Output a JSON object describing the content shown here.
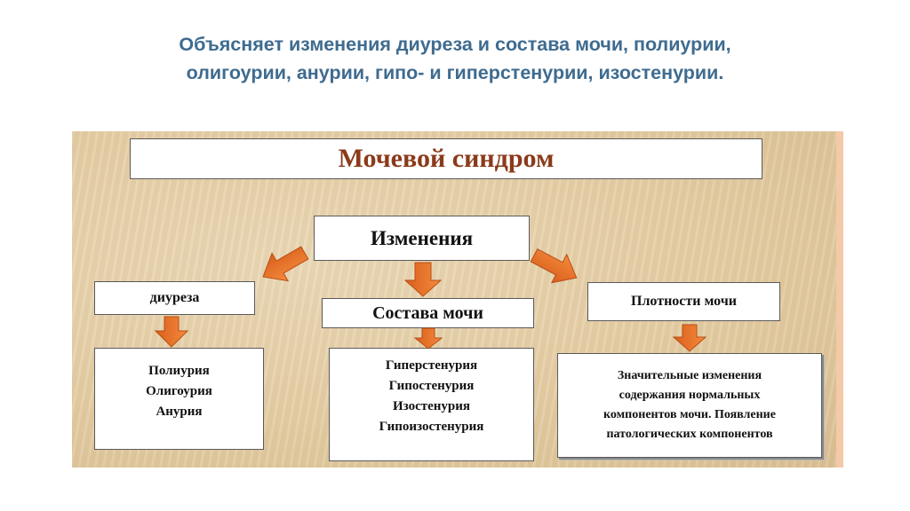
{
  "heading": {
    "line1": "Объясняет изменения диуреза и состава мочи, полиурии,",
    "line2": "олигоурии, анурии, гипо- и гиперстенурии, изостенурии."
  },
  "diagram": {
    "title": "Мочевой синдром",
    "title_color": "#8b3a1a",
    "arrow_color": "#e8702a",
    "root": "Изменения",
    "branches": [
      {
        "label": "диуреза",
        "items": [
          "Полиурия",
          "Олигоурия",
          "Анурия"
        ]
      },
      {
        "label": "Состава мочи",
        "items": [
          "Гиперстенурия",
          "Гипостенурия",
          "Изостенурия",
          "Гипоизостенурия"
        ]
      },
      {
        "label": "Плотности мочи",
        "items": [
          "Значительные изменения",
          "содержания нормальных",
          "компонентов мочи. Появление",
          "патологических компонентов"
        ]
      }
    ]
  }
}
